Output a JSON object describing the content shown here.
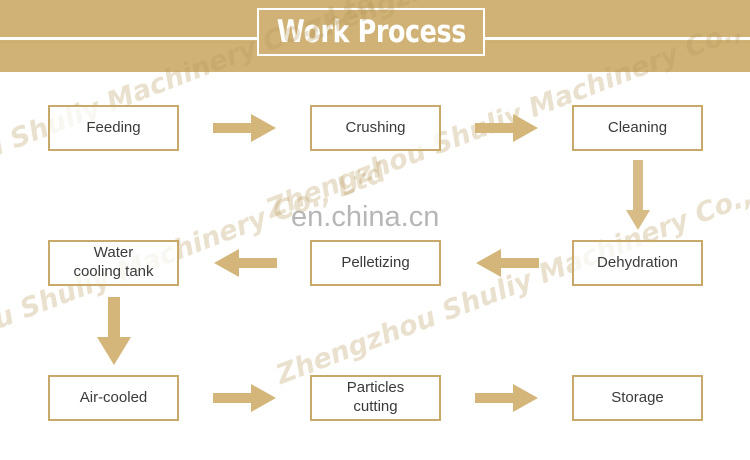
{
  "header": {
    "title": "Work Process",
    "band_color": "#d0b276",
    "rule_color": "#ffffff",
    "title_border_color": "#ffffff"
  },
  "watermarks": {
    "diagonal_text": "Zhengzhou Shuliy Machinery Co., Ltd",
    "center_text": "en.china.cn",
    "diagonal_color": "#b99a5c",
    "center_color": "#9e9e9e"
  },
  "flowchart": {
    "box_border_color": "#c9a96a",
    "box_text_color": "#3a3a3a",
    "arrow_color": "#d4b57a",
    "steps": [
      {
        "id": "feeding",
        "label": "Feeding",
        "row": 1,
        "col": 1
      },
      {
        "id": "crushing",
        "label": "Crushing",
        "row": 1,
        "col": 2
      },
      {
        "id": "cleaning",
        "label": "Cleaning",
        "row": 1,
        "col": 3
      },
      {
        "id": "dehydration",
        "label": "Dehydration",
        "row": 2,
        "col": 3
      },
      {
        "id": "pelletizing",
        "label": "Pelletizing",
        "row": 2,
        "col": 2
      },
      {
        "id": "water-cooling-tank",
        "label": "Water\ncooling tank",
        "label_line1": "Water",
        "label_line2": "cooling tank",
        "row": 2,
        "col": 1
      },
      {
        "id": "air-cooled",
        "label": "Air-cooled",
        "row": 3,
        "col": 1
      },
      {
        "id": "particles-cutting",
        "label": "Particles\ncutting",
        "label_line1": "Particles",
        "label_line2": "cutting",
        "row": 3,
        "col": 2
      },
      {
        "id": "storage",
        "label": "Storage",
        "row": 3,
        "col": 3
      }
    ],
    "connectors": [
      {
        "from": "feeding",
        "to": "crushing",
        "direction": "right"
      },
      {
        "from": "crushing",
        "to": "cleaning",
        "direction": "right"
      },
      {
        "from": "cleaning",
        "to": "dehydration",
        "direction": "down"
      },
      {
        "from": "dehydration",
        "to": "pelletizing",
        "direction": "left"
      },
      {
        "from": "pelletizing",
        "to": "water-cooling-tank",
        "direction": "left"
      },
      {
        "from": "water-cooling-tank",
        "to": "air-cooled",
        "direction": "down"
      },
      {
        "from": "air-cooled",
        "to": "particles-cutting",
        "direction": "right"
      },
      {
        "from": "particles-cutting",
        "to": "storage",
        "direction": "right"
      }
    ]
  }
}
